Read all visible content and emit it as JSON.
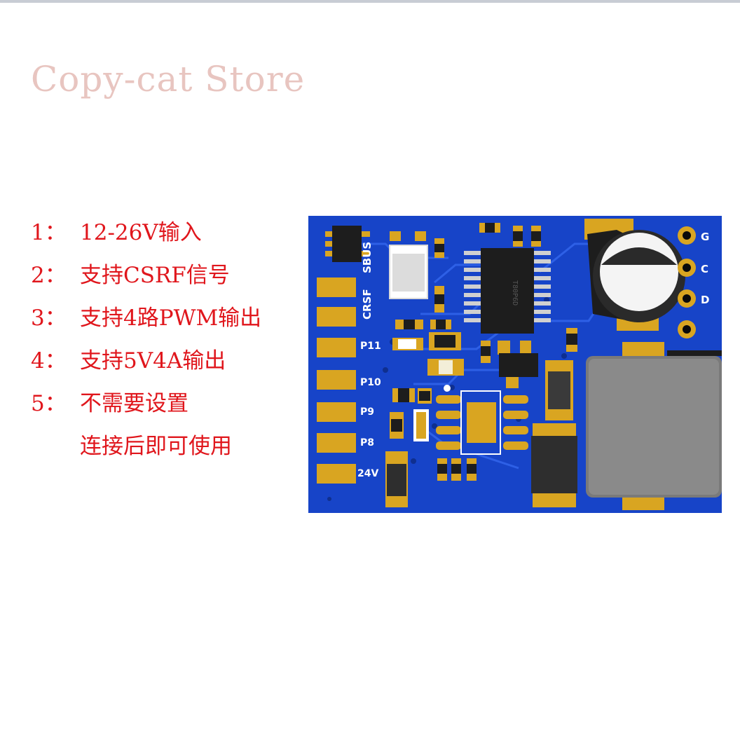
{
  "watermark": "Copy-cat Store",
  "features": [
    {
      "num": "1：",
      "text": "12-26V输入"
    },
    {
      "num": "2：",
      "text": "支持CSRF信号"
    },
    {
      "num": "3：",
      "text": "支持4路PWM输出"
    },
    {
      "num": "4：",
      "text": "支持5V4A输出"
    },
    {
      "num": "5：",
      "text": "不需要设置"
    },
    {
      "num": "",
      "text": "连接后即可使用"
    }
  ],
  "board": {
    "left_labels": [
      "CRSF",
      "SBUS"
    ],
    "pins": [
      "P11",
      "P10",
      "P9",
      "P8",
      "24V"
    ],
    "right_pins": [
      "G",
      "C",
      "D"
    ],
    "chip_marking": "T80P6D"
  },
  "colors": {
    "text_red": "#e0161c",
    "pcb_blue": "#1744c8",
    "pad_gold": "#d9a521",
    "chip_black": "#1d1d1d",
    "inductor_gray": "#7a7a7a"
  }
}
